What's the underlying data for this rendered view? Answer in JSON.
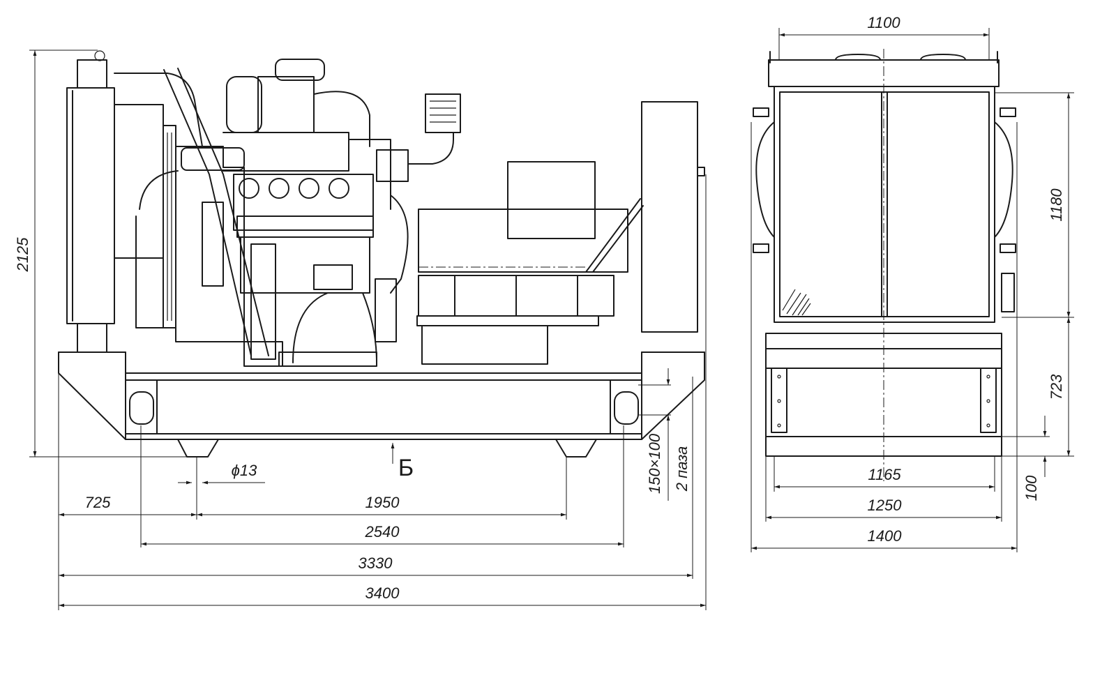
{
  "side_view": {
    "dimensions": {
      "height_total": "2125",
      "base_offset": "725",
      "mount_spacing": "1950",
      "slot_spacing": "2540",
      "frame_length": "3330",
      "overall_length": "3400",
      "hole_diameter": "ϕ13",
      "slot_size": "150×100",
      "slot_count": "2 паза"
    },
    "view_marker": "Б"
  },
  "end_view": {
    "dimensions": {
      "width_top": "1100",
      "panel_height": "1180",
      "base_height": "723",
      "foot_height": "100",
      "width_1165": "1165",
      "width_1250": "1250",
      "width_1400": "1400"
    }
  }
}
